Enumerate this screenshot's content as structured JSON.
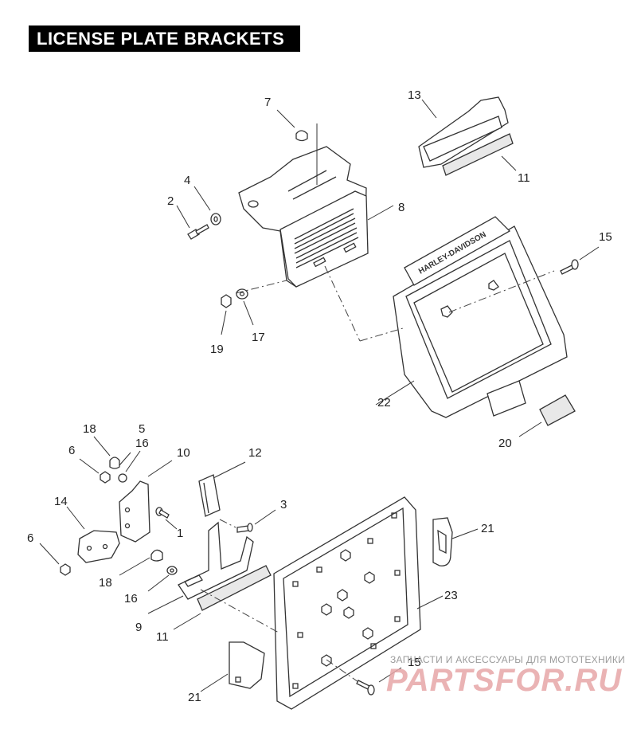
{
  "title": "LICENSE PLATE BRACKETS",
  "plate_logo_text": "HARLEY-DAVIDSON",
  "callouts": [
    {
      "id": "c7",
      "label": "7"
    },
    {
      "id": "c13",
      "label": "13"
    },
    {
      "id": "c4",
      "label": "4"
    },
    {
      "id": "c2",
      "label": "2"
    },
    {
      "id": "c8",
      "label": "8"
    },
    {
      "id": "c11a",
      "label": "11"
    },
    {
      "id": "c15a",
      "label": "15"
    },
    {
      "id": "c19",
      "label": "19"
    },
    {
      "id": "c17",
      "label": "17"
    },
    {
      "id": "c22",
      "label": "22"
    },
    {
      "id": "c20",
      "label": "20"
    },
    {
      "id": "c18a",
      "label": "18"
    },
    {
      "id": "c5",
      "label": "5"
    },
    {
      "id": "c6a",
      "label": "6"
    },
    {
      "id": "c16a",
      "label": "16"
    },
    {
      "id": "c10",
      "label": "10"
    },
    {
      "id": "c12",
      "label": "12"
    },
    {
      "id": "c14",
      "label": "14"
    },
    {
      "id": "c3",
      "label": "3"
    },
    {
      "id": "c1",
      "label": "1"
    },
    {
      "id": "c6b",
      "label": "6"
    },
    {
      "id": "c21a",
      "label": "21"
    },
    {
      "id": "c18b",
      "label": "18"
    },
    {
      "id": "c16b",
      "label": "16"
    },
    {
      "id": "c23",
      "label": "23"
    },
    {
      "id": "c9",
      "label": "9"
    },
    {
      "id": "c11b",
      "label": "11"
    },
    {
      "id": "c15b",
      "label": "15"
    },
    {
      "id": "c21b",
      "label": "21"
    }
  ],
  "watermark": {
    "tagline": "ЗАПЧАСТИ И АКСЕССУАРЫ ДЛЯ МОТОТЕХНИКИ",
    "brand": "PARTSFOR.RU"
  }
}
